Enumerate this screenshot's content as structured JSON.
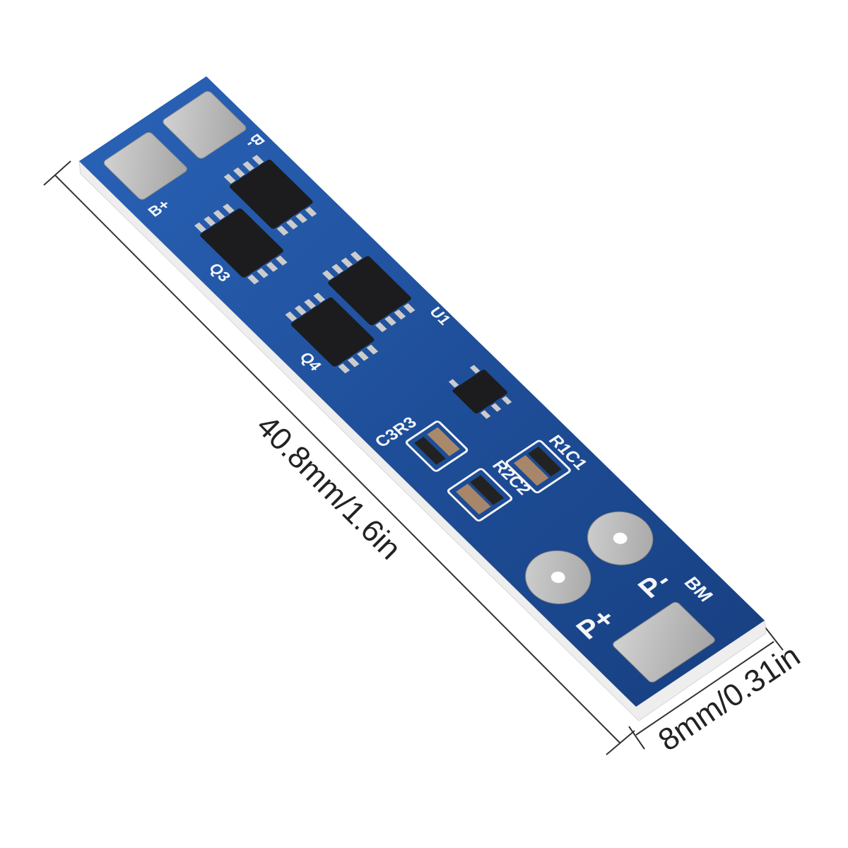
{
  "dimensions": {
    "length_label": "40.8mm/1.6in",
    "width_label": "8mm/0.31in"
  },
  "board": {
    "silkscreen": {
      "b_plus": "B+",
      "b_minus": "B-",
      "q3": "Q3",
      "q4": "Q4",
      "u1": "U1",
      "c3r3": "C3R3",
      "r1c1": "R1C1",
      "r2c2": "R2C2",
      "p_plus": "P+",
      "p_minus": "P-",
      "bm": "BM"
    },
    "colors": {
      "pcb": "#1f4f9a",
      "pad": "#b9b9b9",
      "chip": "#1c1c1e"
    }
  }
}
